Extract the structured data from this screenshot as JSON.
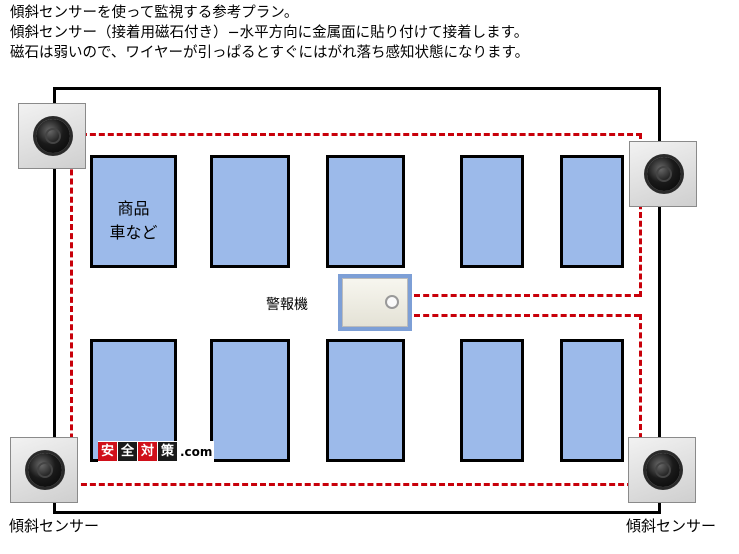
{
  "intro": {
    "line1": "傾斜センサーを使って監視する参考プラン。",
    "line2": "傾斜センサー（接着用磁石付き）−水平方向に金属面に貼り付けて接着します。",
    "line3": "磁石は弱いので、ワイヤーが引っぱるとすぐにはがれ落ち感知状態になります。"
  },
  "slot_label": {
    "line1": "商品",
    "line2": "車など"
  },
  "alarm_label": "警報機",
  "sensor_labels": {
    "left": "傾斜センサー",
    "right": "傾斜センサー"
  },
  "watermark": {
    "c1": "安",
    "c2": "全",
    "c3": "対",
    "c4": "策",
    "domain": ".com"
  },
  "colors": {
    "slot_fill": "#9cbaea",
    "wire": "#c8000a",
    "frame": "#000000"
  },
  "icons": {
    "sensor": "tilt-sensor-icon",
    "alarm": "alarm-device-icon"
  }
}
